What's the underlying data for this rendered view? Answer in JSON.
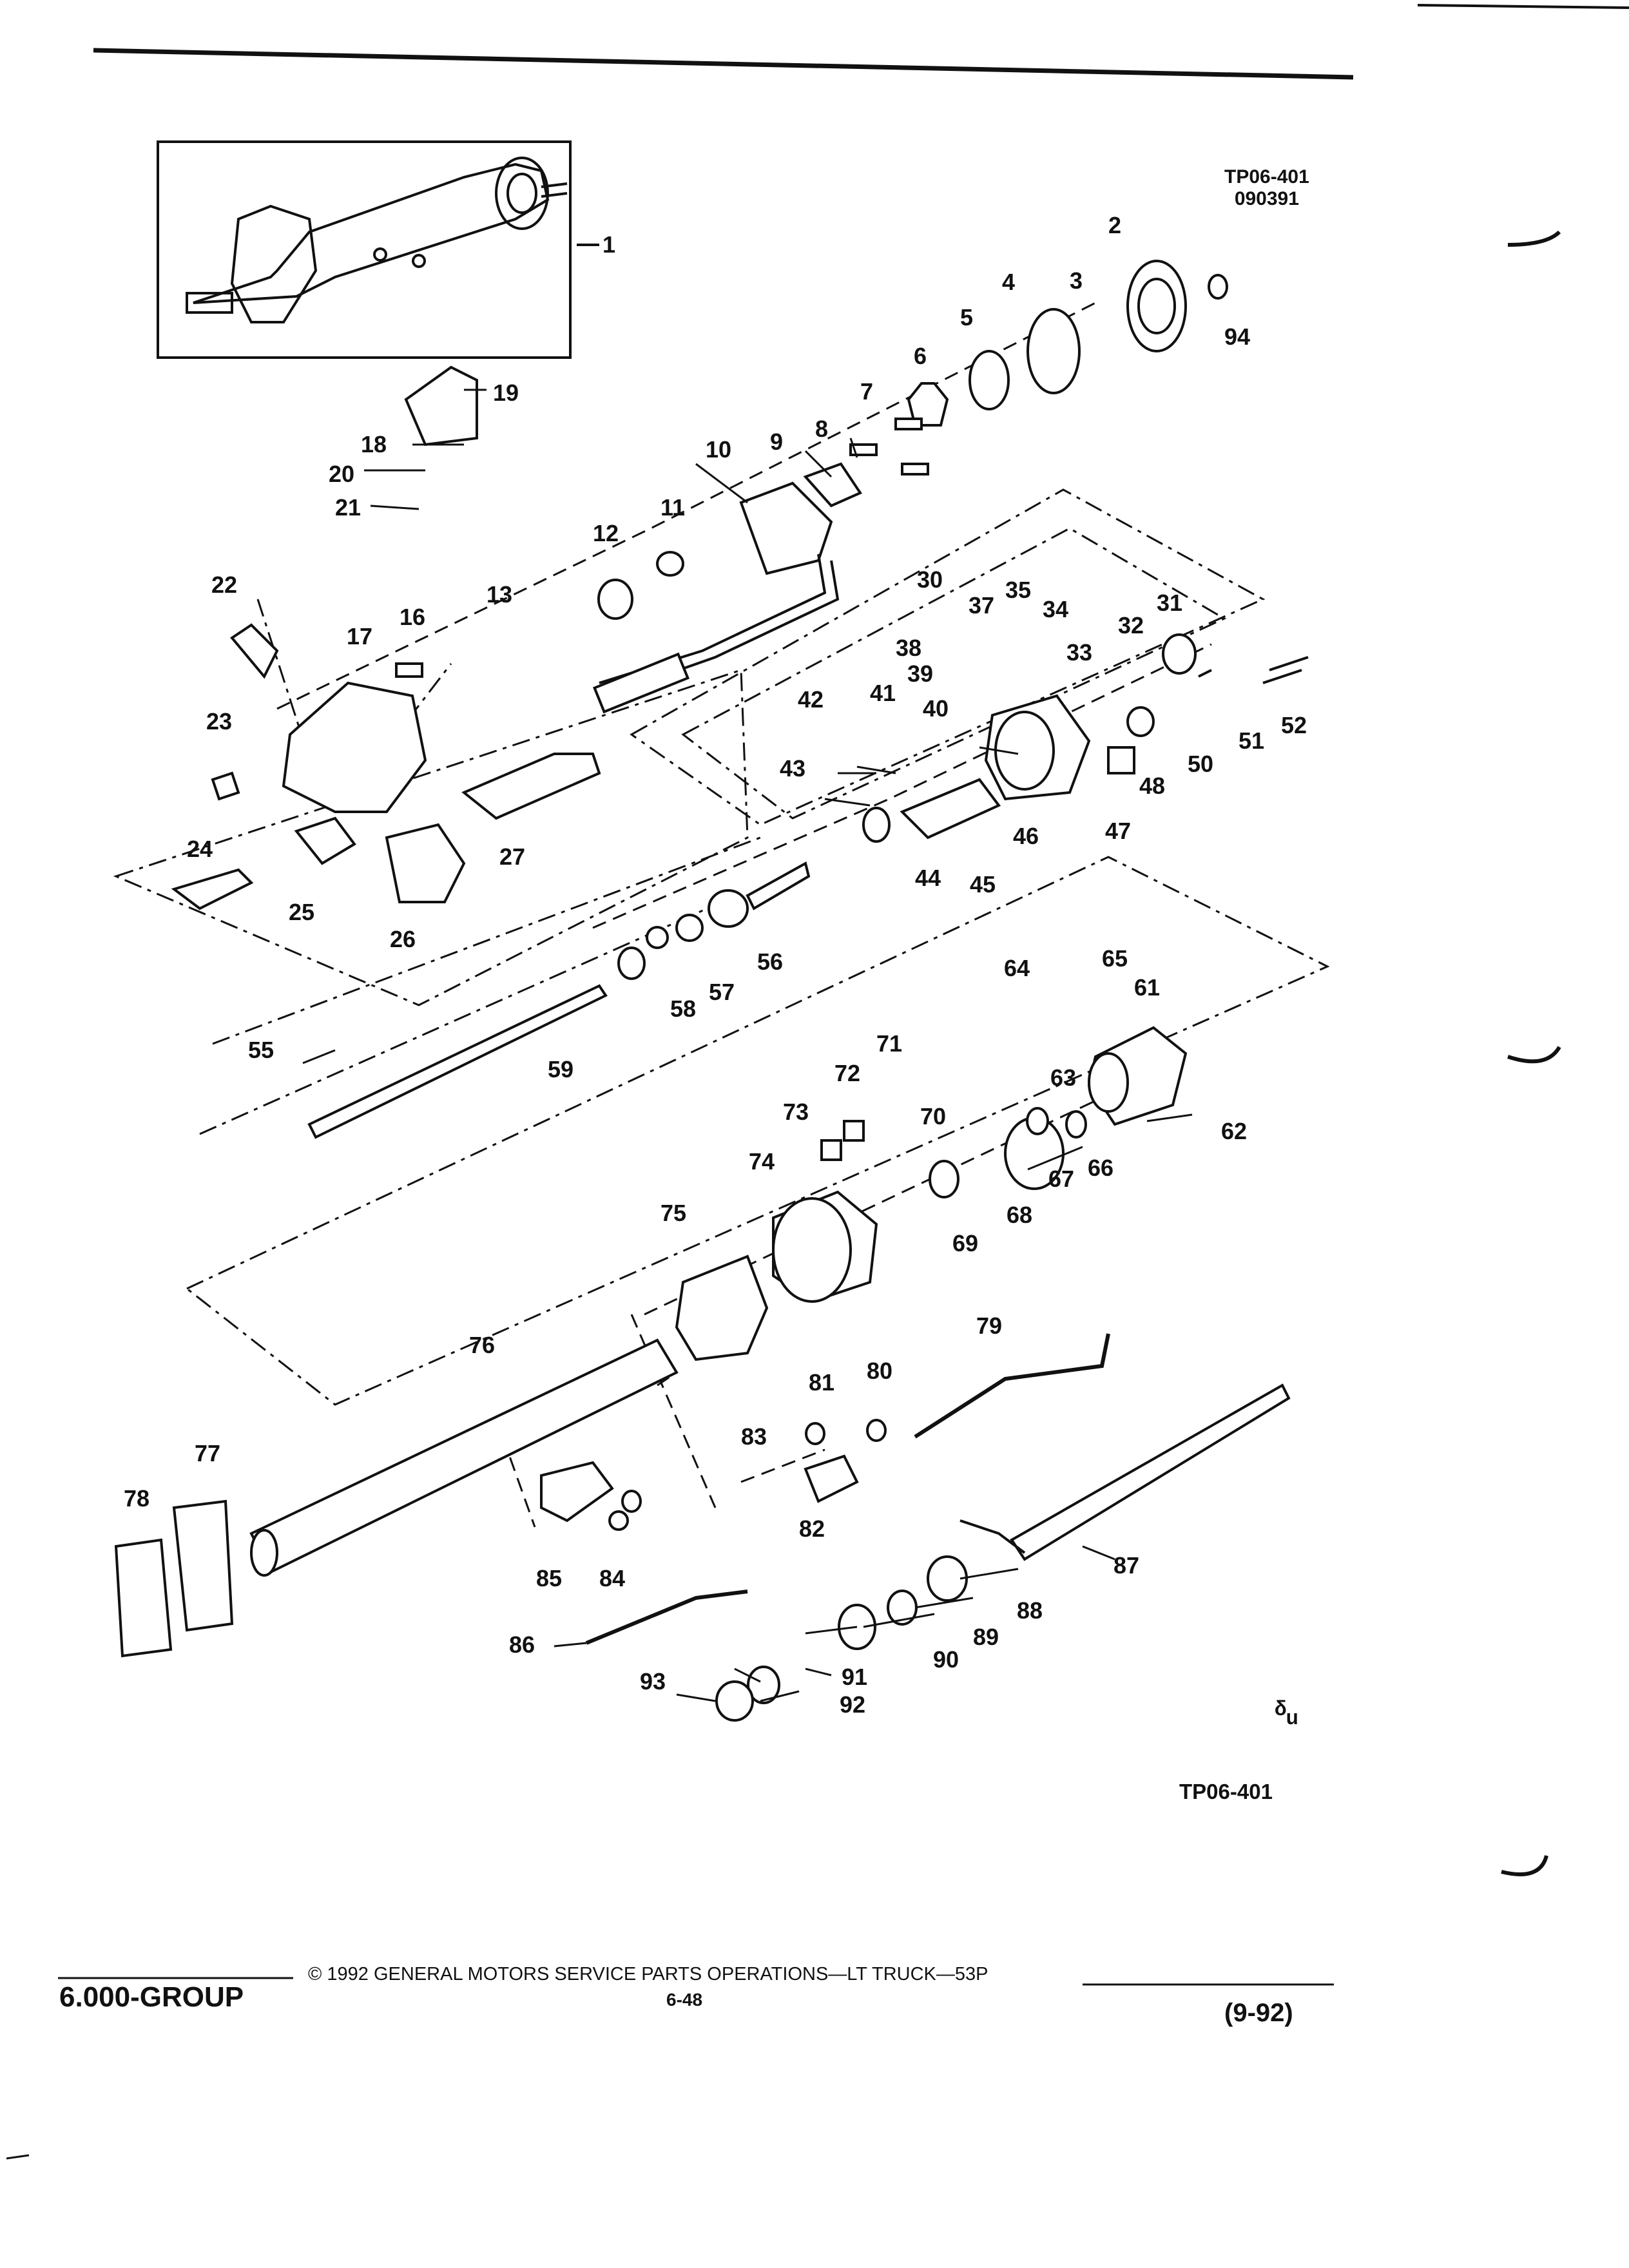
{
  "header": {
    "figure_code": "TP06-401",
    "figure_date": "090391"
  },
  "diagram": {
    "callouts": [
      "1",
      "2",
      "3",
      "4",
      "5",
      "6",
      "7",
      "8",
      "9",
      "10",
      "11",
      "12",
      "13",
      "16",
      "17",
      "18",
      "19",
      "20",
      "21",
      "22",
      "23",
      "24",
      "25",
      "26",
      "27",
      "30",
      "31",
      "32",
      "33",
      "34",
      "35",
      "37",
      "38",
      "39",
      "40",
      "41",
      "42",
      "43",
      "44",
      "45",
      "46",
      "47",
      "48",
      "50",
      "51",
      "52",
      "55",
      "56",
      "57",
      "58",
      "59",
      "61",
      "62",
      "63",
      "64",
      "65",
      "66",
      "67",
      "68",
      "69",
      "70",
      "71",
      "72",
      "73",
      "74",
      "75",
      "76",
      "77",
      "78",
      "79",
      "80",
      "81",
      "82",
      "83",
      "84",
      "85",
      "86",
      "87",
      "88",
      "89",
      "90",
      "91",
      "92",
      "93",
      "94"
    ]
  },
  "bottom_code": "TP06-401",
  "logo_mark": "ᵟᵤ",
  "footer": {
    "group": "6.000-GROUP",
    "copyright": "© 1992 GENERAL MOTORS SERVICE PARTS OPERATIONS—LT TRUCK—53P",
    "page": "6-48",
    "date": "(9-92)"
  }
}
